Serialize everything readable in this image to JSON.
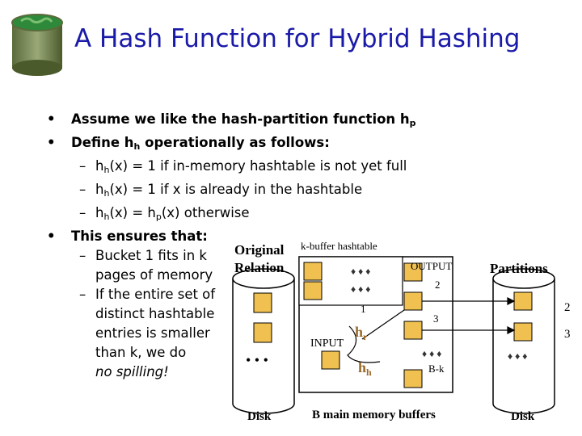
{
  "slide": {
    "title": "A Hash Function for Hybrid Hashing"
  },
  "bullets": {
    "b1": {
      "text": "Assume we like the hash-partition function h",
      "sub": "p"
    },
    "b2": {
      "text": "Define h",
      "sub": "h",
      "rest": " operationally as follows:"
    },
    "d1": {
      "pre": "h",
      "sub": "h",
      "rest": "(x) = 1 if in-memory hashtable is not yet full"
    },
    "d2": {
      "pre": "h",
      "sub": "h",
      "rest": "(x) = 1 if x is already in the hashtable"
    },
    "d3": {
      "pre": "h",
      "sub": "h",
      "mid": "(x) = h",
      "sub2": "p",
      "rest": "(x) otherwise"
    },
    "b3": {
      "text": "This ensures that:"
    },
    "e1": [
      "Bucket 1 fits in k",
      "pages of memory"
    ],
    "e2": [
      "If the entire set of",
      "distinct hashtable",
      "entries is smaller",
      "than k, we do"
    ],
    "e3": "no spilling!"
  },
  "diagram": {
    "original_relation": [
      "Original",
      "Relation"
    ],
    "kbuffer": "k-buffer hashtable",
    "output": "OUTPUT",
    "partitions": "Partitions",
    "input": "INPUT",
    "hr_base": "h",
    "hr_sub": "r",
    "hh_base": "h",
    "hh_sub": "h",
    "bk": "B-k",
    "n1": "1",
    "n2": "2",
    "n3": "3",
    "n2r": "2",
    "n3r": "3",
    "disk_left": "Disk",
    "disk_right": "Disk",
    "memory": "B main memory buffers",
    "ellipsis": "• • •"
  },
  "colors": {
    "title": "#1a1aa8",
    "buffer": "#f0c050",
    "hash": "#9a6a2a"
  }
}
